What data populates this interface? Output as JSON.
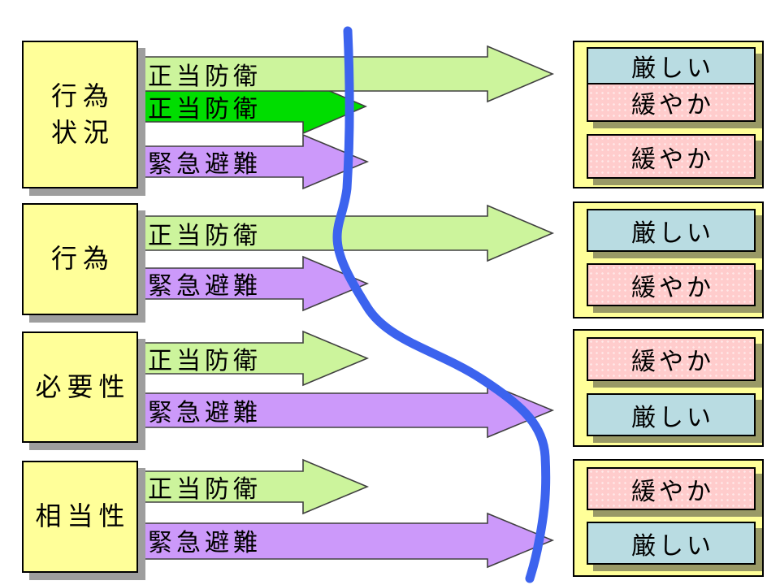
{
  "colors": {
    "pale_green": "#ccf49c",
    "bright_green": "#00dd00",
    "purple": "#cc99fa",
    "yellow": "#ffff99",
    "blue_box": "#b9dce2",
    "pink_box": "#ffcccc",
    "shadow_gray": "#9e9e9e",
    "shadow_khaki": "#999966",
    "curve_blue": "#3c63ee",
    "outline": "#404040"
  },
  "divider": {
    "name": "threshold-curve",
    "color": "#3c63ee"
  },
  "sections": [
    {
      "id": "act-situation",
      "label_lines": [
        "行為",
        "状況"
      ],
      "arrows": [
        {
          "label": "正当防衛",
          "style": "pale_green",
          "length": "long"
        },
        {
          "label": "正当防衛",
          "style": "bright_green",
          "length": "short"
        },
        {
          "label": "緊急避難",
          "style": "purple",
          "length": "short"
        }
      ],
      "results": [
        {
          "label": "厳しい",
          "color": "blue",
          "stacked": true
        },
        {
          "label": "緩やか",
          "color": "pink",
          "stacked": true
        },
        {
          "label": "緩やか",
          "color": "pink",
          "stacked": false
        }
      ]
    },
    {
      "id": "act",
      "label_lines": [
        "行為"
      ],
      "arrows": [
        {
          "label": "正当防衛",
          "style": "pale_green",
          "length": "long"
        },
        {
          "label": "緊急避難",
          "style": "purple",
          "length": "short"
        }
      ],
      "results": [
        {
          "label": "厳しい",
          "color": "blue"
        },
        {
          "label": "緩やか",
          "color": "pink"
        }
      ]
    },
    {
      "id": "necessity",
      "label_lines": [
        "必要性"
      ],
      "arrows": [
        {
          "label": "正当防衛",
          "style": "pale_green",
          "length": "short"
        },
        {
          "label": "緊急避難",
          "style": "purple",
          "length": "long"
        }
      ],
      "results": [
        {
          "label": "緩やか",
          "color": "pink"
        },
        {
          "label": "厳しい",
          "color": "blue"
        }
      ]
    },
    {
      "id": "proportionality",
      "label_lines": [
        "相当性"
      ],
      "arrows": [
        {
          "label": "正当防衛",
          "style": "pale_green",
          "length": "short"
        },
        {
          "label": "緊急避難",
          "style": "purple",
          "length": "long"
        }
      ],
      "results": [
        {
          "label": "緩やか",
          "color": "pink"
        },
        {
          "label": "厳しい",
          "color": "blue"
        }
      ]
    }
  ]
}
